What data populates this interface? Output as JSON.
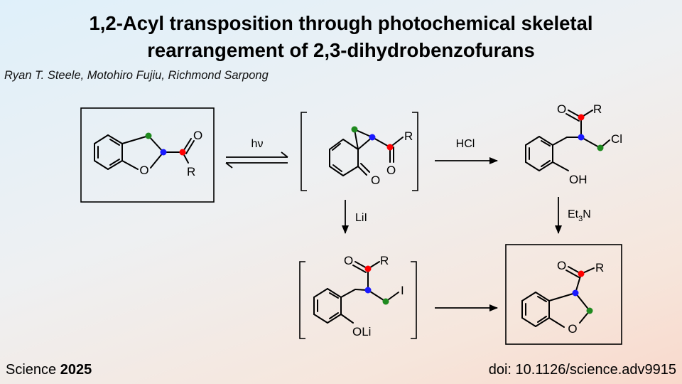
{
  "title": {
    "line1": "1,2-Acyl transposition through photochemical skeletal",
    "line2": "rearrangement of 2,3-dihydrobenzofurans"
  },
  "authors": "Ryan T. Steele, Motohiro Fujiu, Richmond Sarpong",
  "reagents": {
    "hv": "hν",
    "hcl": "HCl",
    "lii": "LiI",
    "et3n_main": "Et",
    "et3n_sub": "3",
    "et3n_end": "N"
  },
  "atom_labels": {
    "o": "O",
    "r": "R",
    "cl": "Cl",
    "oh": "OH",
    "i": "I",
    "oli": "OLi"
  },
  "footer": {
    "journal": "Science",
    "year": "2025",
    "doi": "doi: 10.1126/science.adv9915"
  },
  "colors": {
    "red": "#ff0000",
    "blue": "#1a1aff",
    "green": "#1f8a1f"
  }
}
